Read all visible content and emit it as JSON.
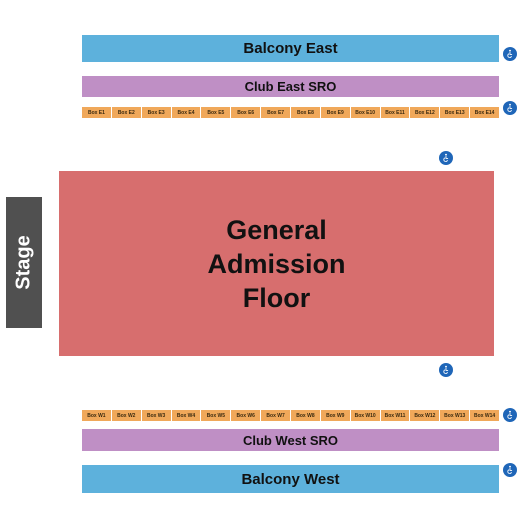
{
  "sections": {
    "balcony_east": "Balcony East",
    "club_east": "Club East SRO",
    "floor_lines": [
      "General",
      "Admission",
      "Floor"
    ],
    "club_west": "Club West SRO",
    "balcony_west": "Balcony West",
    "stage": "Stage"
  },
  "boxes_east": [
    "Box E1",
    "Box E2",
    "Box E3",
    "Box E4",
    "Box E5",
    "Box E6",
    "Box E7",
    "Box E8",
    "Box E9",
    "Box E10",
    "Box E11",
    "Box E12",
    "Box E13",
    "Box E14"
  ],
  "boxes_west": [
    "Box W1",
    "Box W2",
    "Box W3",
    "Box W4",
    "Box W5",
    "Box W6",
    "Box W7",
    "Box W8",
    "Box W9",
    "Box W10",
    "Box W11",
    "Box W12",
    "Box W13",
    "Box W14"
  ],
  "colors": {
    "balcony": "#5db1dc",
    "club": "#bf8fc5",
    "box": "#f0a85a",
    "floor": "#d76e6e",
    "stage": "#505050",
    "accessible": "#1f66b8"
  },
  "icons": {
    "accessible": "wheelchair-icon"
  }
}
